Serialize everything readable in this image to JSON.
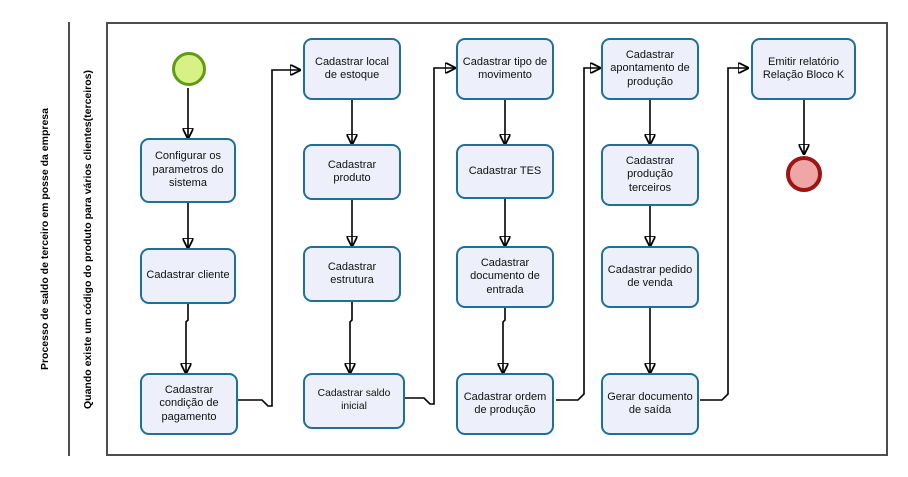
{
  "diagram": {
    "type": "bpmn-flowchart",
    "lanes": [
      {
        "label": "Processo de saldo de terceiro em posse da empresa"
      },
      {
        "label": "Quando existe um código do produto para vários clientes(terceiros)"
      }
    ],
    "colors": {
      "task_fill": "#edf0fb",
      "task_border": "#1f7099",
      "start_fill": "#d7f186",
      "start_border": "#5f9c13",
      "end_fill": "#efa6a6",
      "end_border": "#9c1414",
      "frame_border": "#4d4d4d",
      "connector": "#000000"
    },
    "events": [
      {
        "id": "start",
        "kind": "start-event",
        "name": "start-event"
      },
      {
        "id": "end",
        "kind": "end-event",
        "name": "end-event"
      }
    ],
    "columns": [
      {
        "id": "col1",
        "tasks": [
          {
            "id": "t1",
            "label": "Configurar os parametros do sistema"
          },
          {
            "id": "t2",
            "label": "Cadastrar cliente"
          },
          {
            "id": "t3",
            "label": "Cadastrar condição de pagamento"
          }
        ]
      },
      {
        "id": "col2",
        "tasks": [
          {
            "id": "t4",
            "label": "Cadastrar local de estoque"
          },
          {
            "id": "t5",
            "label": "Cadastrar produto"
          },
          {
            "id": "t6",
            "label": "Cadastrar estrutura"
          },
          {
            "id": "t7",
            "label": "Cadastrar saldo inicial"
          }
        ]
      },
      {
        "id": "col3",
        "tasks": [
          {
            "id": "t8",
            "label": "Cadastrar tipo de movimento"
          },
          {
            "id": "t9",
            "label": "Cadastrar TES"
          },
          {
            "id": "t10",
            "label": "Cadastrar documento de entrada"
          },
          {
            "id": "t11",
            "label": "Cadastrar ordem de produção"
          }
        ]
      },
      {
        "id": "col4",
        "tasks": [
          {
            "id": "t12",
            "label": "Cadastrar apontamento de produção"
          },
          {
            "id": "t13",
            "label": "Cadastrar produção terceiros"
          },
          {
            "id": "t14",
            "label": "Cadastrar pedido de venda"
          },
          {
            "id": "t15",
            "label": "Gerar documento de saída"
          }
        ]
      },
      {
        "id": "col5",
        "tasks": [
          {
            "id": "t16",
            "label": "Emitir relatório Relação Bloco K"
          }
        ]
      }
    ]
  }
}
